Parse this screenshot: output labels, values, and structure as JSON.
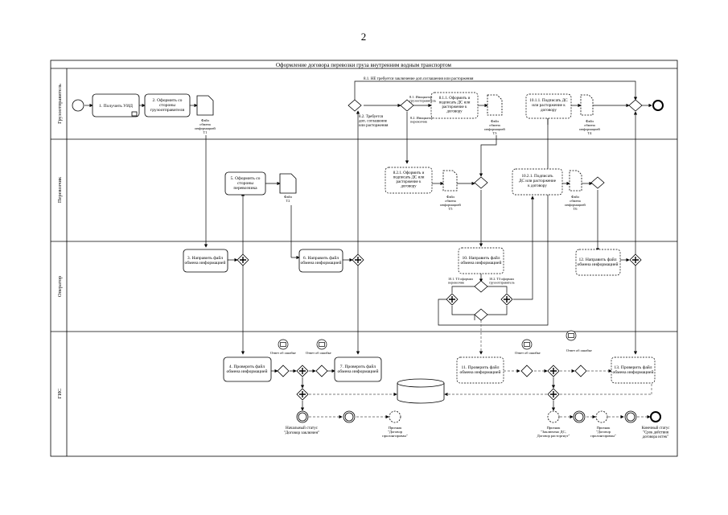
{
  "page_number": "2",
  "pool_title": "Оформление договора перевозки груза внутренним водным транспортом",
  "lanes": [
    "Грузоотправитель",
    "Перевозчик",
    "Оператор",
    "ГИС"
  ],
  "tasks": {
    "t1": "1. Получить УИД",
    "t2": [
      "2. Оформить со",
      "стороны",
      "грузоотправителя"
    ],
    "t3": [
      "3. Направить файл",
      "обмена информацией"
    ],
    "t4": [
      "4. Проверить файл",
      "обмена информацией"
    ],
    "t5": [
      "5. Оформить со",
      "стороны",
      "перевозчика"
    ],
    "t6": [
      "6. Направить файл",
      "обмена информацией"
    ],
    "t7": [
      "7. Проверить файл",
      "обмена информацией"
    ],
    "t8_1_1": [
      "8.1.1. Оформить и",
      "подписать ДС или",
      "расторжение к",
      "договору"
    ],
    "t8_2_1": [
      "8.2.1. Оформить и",
      "подписать ДС или",
      "расторжение к",
      "договору"
    ],
    "t10": [
      "10. Направить файл",
      "обмена информацией"
    ],
    "t10_2_1": [
      "10.2.1. Подписать",
      "ДС или расторжение",
      "к договору"
    ],
    "t10_1_1": [
      "10.1.1. Подписать ДС",
      "или расторжение к",
      "договору"
    ],
    "t11": [
      "11. Проверить файл",
      "обмена информацией"
    ],
    "t12": [
      "12. Направить файл",
      "обмена информацией"
    ],
    "t13": [
      "13. Проверить файл",
      "обмена информацией"
    ]
  },
  "documents": {
    "d1": [
      "Файл",
      "обмена",
      "информацией",
      "Т1"
    ],
    "d2": [
      "Файл",
      "обмена",
      "информацией",
      "Т2"
    ],
    "d3": [
      "Файл",
      "обмена",
      "информацией",
      "Т3"
    ],
    "d4": [
      "Файл",
      "обмена",
      "информацией",
      "Т4"
    ],
    "d5": [
      "Файл",
      "обмена",
      "информацией",
      "Т5"
    ],
    "d6": [
      "Файл",
      "обмена",
      "информацией",
      "Т6"
    ]
  },
  "labels": {
    "no_changes": "8.1. НЕ требуется заключение доп.соглашения или расторжения",
    "requires": [
      "8.2. Требуется",
      "доп. соглашение",
      "или расторжения"
    ],
    "init_shipper": [
      "8.1. Инициатор",
      "грузоотправитель"
    ],
    "init_carrier": [
      "8.2. Инициатор",
      "перевозчик"
    ],
    "agreed_shipper": [
      "10.1. ТЗ оформил",
      "перевозчик"
    ],
    "agreed_carrier": [
      "10.2. ТЗ оформил",
      "грузоотправитель"
    ],
    "error_reply": "Ответ об ошибке"
  },
  "statuses": {
    "start": [
      "Начальный статус",
      "\"Договор заключен\""
    ],
    "executed": [
      "Признак",
      "\"Договор",
      "пролонгирован\""
    ],
    "changed": [
      "Признак",
      "\"Заключено ДС,",
      "Договор расторгнут\""
    ],
    "prolonged": [
      "Признак",
      "\"Договор",
      "пролонгирован\""
    ],
    "final": [
      "Конечный статус",
      "\"Срок действия",
      "договора истек\""
    ]
  },
  "colors": {
    "line": "#000000",
    "dashed": "#555555",
    "fill": "#ffffff"
  }
}
